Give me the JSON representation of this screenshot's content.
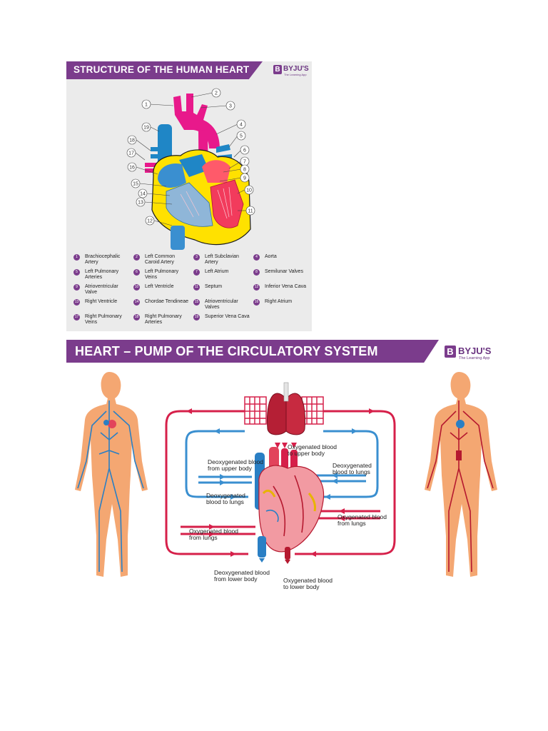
{
  "panel1": {
    "title": "STRUCTURE OF THE HUMAN HEART",
    "logo": {
      "name": "BYJU'S",
      "tagline": "The Learning App",
      "mark": "B"
    },
    "callouts": [
      "1",
      "2",
      "3",
      "4",
      "5",
      "6",
      "7",
      "8",
      "9",
      "10",
      "11",
      "12",
      "13",
      "14",
      "15",
      "16",
      "17",
      "18",
      "19"
    ],
    "legend": [
      {
        "num": "1",
        "label": "Brachiocephalic Artery"
      },
      {
        "num": "2",
        "label": "Left Common Caroid Artery"
      },
      {
        "num": "3",
        "label": "Left Subclavian Artery"
      },
      {
        "num": "4",
        "label": "Aorta"
      },
      {
        "num": "5",
        "label": "Left Pulmonary Arteries"
      },
      {
        "num": "6",
        "label": "Left Pulmonary Veins"
      },
      {
        "num": "7",
        "label": "Left Atrium"
      },
      {
        "num": "8",
        "label": "Semilunar Valves"
      },
      {
        "num": "9",
        "label": "Atrioventricular Valve"
      },
      {
        "num": "10",
        "label": "Left Ventricle"
      },
      {
        "num": "11",
        "label": "Septum"
      },
      {
        "num": "12",
        "label": "Inferior Vena Cava"
      },
      {
        "num": "13",
        "label": "Right Ventricle"
      },
      {
        "num": "14",
        "label": "Chordae Tendineae"
      },
      {
        "num": "15",
        "label": "Atrioventricular Valves"
      },
      {
        "num": "16",
        "label": "Right Atrium"
      },
      {
        "num": "17",
        "label": "Right Pulmonary Veins"
      },
      {
        "num": "18",
        "label": "Right Pulmonary Arteries"
      },
      {
        "num": "19",
        "label": "Superior Vena Cava"
      }
    ]
  },
  "panel2": {
    "title": "HEART – PUMP OF THE CIRCULATORY SYSTEM",
    "logo": {
      "name": "BYJU'S",
      "tagline": "The Learning App",
      "mark": "B"
    },
    "labels": {
      "oxy_upper": "Oxygenated blood\nto upper body",
      "deoxy_upper": "Deoxygenated blood\nfrom upper body",
      "deoxy_to_lungs_right": "Deoxygenated\nblood to lungs",
      "deoxy_to_lungs_left": "Deoxygenated\nblood to lungs",
      "oxy_from_lungs_right": "Oxygenated blood\nfrom lungs",
      "oxy_from_lungs_left": "Oxygenated blood\nfrom lungs",
      "deoxy_lower": "Deoxygenated blood\nfrom lower body",
      "oxy_lower": "Oxygenated blood\nto lower body"
    }
  },
  "colors": {
    "brand_purple": "#7b3c8c",
    "artery_red": "#d6204a",
    "vein_blue": "#3a8fd0",
    "aorta_pink": "#e8198b",
    "wall_yellow": "#ffe100",
    "skin": "#f4a772"
  }
}
